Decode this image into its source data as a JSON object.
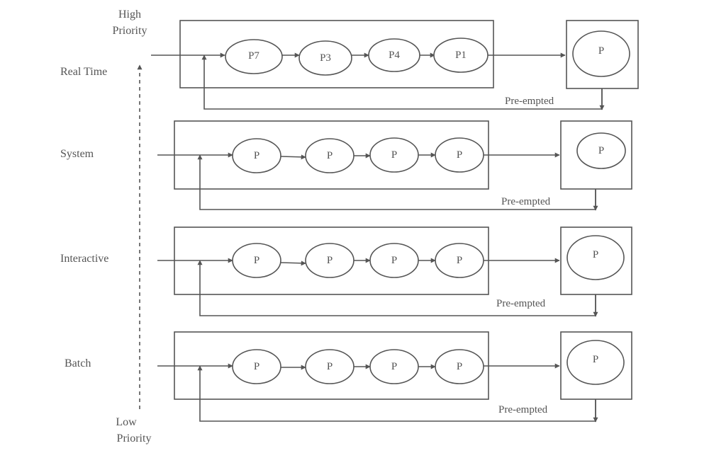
{
  "priority_axis": {
    "high_line1": "High",
    "high_line2": "Priority",
    "low_line1": "Low",
    "low_line2": "Priority"
  },
  "queues": [
    {
      "label": "Real Time",
      "processes": [
        "P7",
        "P3",
        "P4",
        "P1"
      ],
      "running": "P",
      "preempted_label": "Pre-empted"
    },
    {
      "label": "System",
      "processes": [
        "P",
        "P",
        "P",
        "P"
      ],
      "running": "P",
      "preempted_label": "Pre-empted"
    },
    {
      "label": "Interactive",
      "processes": [
        "P",
        "P",
        "P",
        "P"
      ],
      "running": "P",
      "preempted_label": "Pre-empted"
    },
    {
      "label": "Batch",
      "processes": [
        "P",
        "P",
        "P",
        "P"
      ],
      "running": "P",
      "preempted_label": "Pre-empted"
    }
  ],
  "colors": {
    "stroke": "#555555",
    "background": "#ffffff"
  }
}
